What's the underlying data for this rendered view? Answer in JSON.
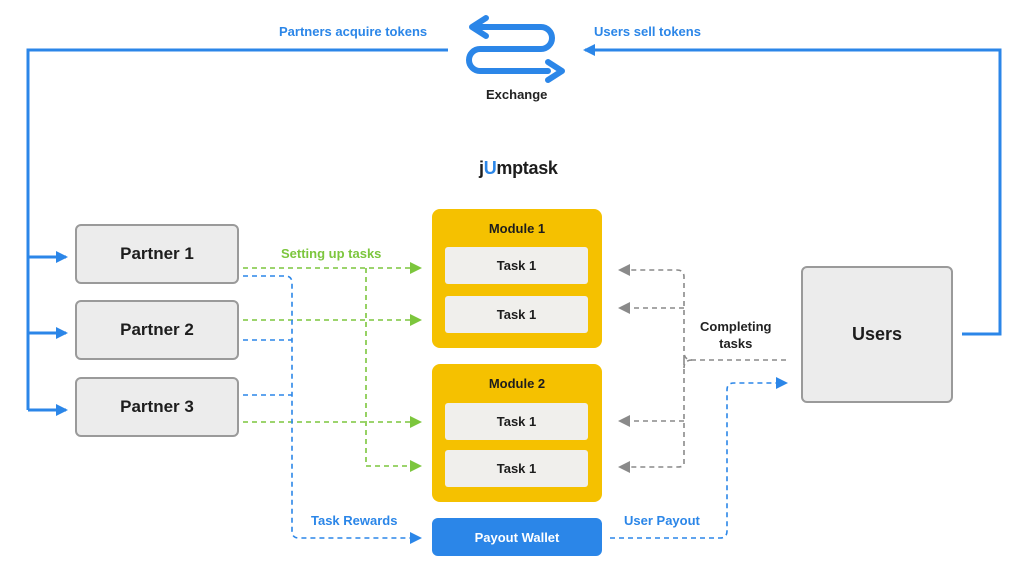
{
  "exchange": {
    "left_label": "Partners acquire tokens",
    "right_label": "Users sell tokens",
    "name": "Exchange"
  },
  "logo": {
    "prefix": "j",
    "accent": "U",
    "suffix": "mptask"
  },
  "partners": [
    {
      "label": "Partner 1"
    },
    {
      "label": "Partner 2"
    },
    {
      "label": "Partner 3"
    }
  ],
  "setup_label": "Setting up tasks",
  "modules": [
    {
      "title": "Module 1",
      "tasks": [
        "Task 1",
        "Task 1"
      ]
    },
    {
      "title": "Module 2",
      "tasks": [
        "Task 1",
        "Task 1"
      ]
    }
  ],
  "completing_label": {
    "line1": "Completing",
    "line2": "tasks"
  },
  "users_label": "Users",
  "rewards_label": "Task Rewards",
  "payout_wallet_label": "Payout Wallet",
  "user_payout_label": "User Payout",
  "colors": {
    "blue": "#2b86e8",
    "green": "#7cc63d",
    "gray_arrow": "#8a8a8a",
    "module_yellow": "#f5c100",
    "box_fill": "#ececec"
  }
}
